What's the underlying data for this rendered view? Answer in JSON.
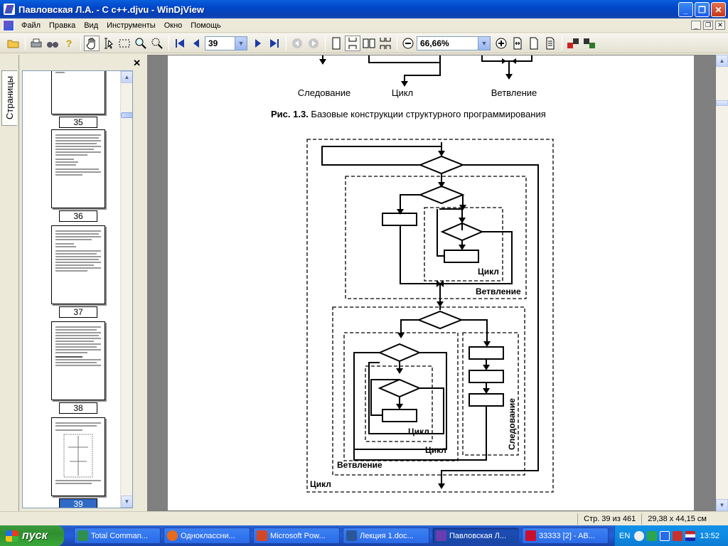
{
  "window": {
    "title": "Павловская Л.А. - С с++.djvu - WinDjView",
    "min_label": "_",
    "max_label": "❐",
    "close_label": "✕"
  },
  "menu": [
    "Файл",
    "Правка",
    "Вид",
    "Инструменты",
    "Окно",
    "Помощь"
  ],
  "toolbar": {
    "page_number": "39",
    "zoom": "66,66%"
  },
  "sidebar": {
    "tab_label": "Страницы",
    "close_label": "✕",
    "thumbnails": [
      {
        "page": "35",
        "selected": false
      },
      {
        "page": "36",
        "selected": false
      },
      {
        "page": "37",
        "selected": false
      },
      {
        "page": "38",
        "selected": false
      },
      {
        "page": "39",
        "selected": true
      }
    ]
  },
  "document": {
    "top_labels": {
      "sequence": "Следование",
      "loop": "Цикл",
      "branch": "Ветвление"
    },
    "caption_bold": "Рис. 1.3.",
    "caption_text": " Базовые конструкции структурного программирования",
    "diagram_labels": {
      "loop_inner": "Цикл",
      "branch_outer": "Ветвление",
      "loop_a": "Цикл",
      "loop_b": "Цикл",
      "sequence_vertical": "Следование",
      "branch_lower": "Ветвление",
      "loop_outer": "Цикл"
    }
  },
  "status": {
    "page_info": "Стр. 39 из 461",
    "page_size": "29,38 x 44,15 см"
  },
  "taskbar": {
    "start_label": "пуск",
    "tasks": [
      {
        "label": "Total Comman...",
        "color": "#2f8f4e"
      },
      {
        "label": "Одноклассни...",
        "color": "#e86a1a"
      },
      {
        "label": "Microsoft Pow...",
        "color": "#d24726"
      },
      {
        "label": "Лекция 1.doc...",
        "color": "#2b579a"
      },
      {
        "label": "Павловская Л...",
        "color": "#6a3db0"
      },
      {
        "label": "33333 [2] - AB...",
        "color": "#c8102e"
      }
    ],
    "lang": "EN",
    "clock": "13:52"
  }
}
